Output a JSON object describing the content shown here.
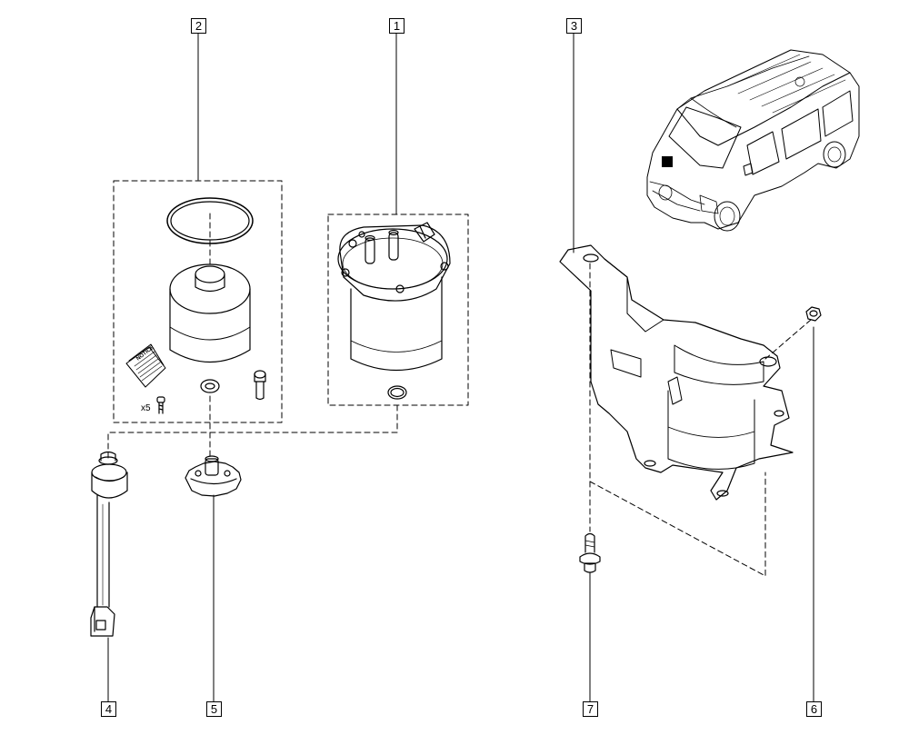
{
  "callouts": [
    {
      "id": "1",
      "label": "1"
    },
    {
      "id": "2",
      "label": "2"
    },
    {
      "id": "3",
      "label": "3"
    },
    {
      "id": "4",
      "label": "4"
    },
    {
      "id": "5",
      "label": "5"
    },
    {
      "id": "6",
      "label": "6"
    },
    {
      "id": "7",
      "label": "7"
    }
  ],
  "kit": {
    "notice_label": "NOTICE",
    "screw_quantity": "x5"
  },
  "colors": {
    "line": "#000000",
    "background": "#ffffff"
  }
}
